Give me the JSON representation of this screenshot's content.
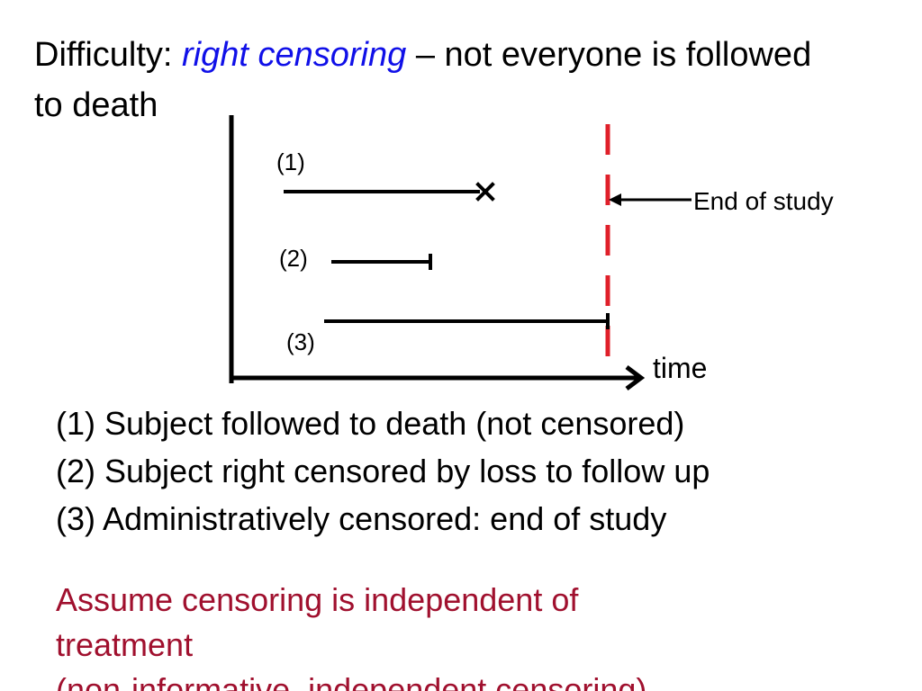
{
  "heading": {
    "prefix": "Difficulty: ",
    "emphasis": "right censoring",
    "rest": " – not everyone is followed",
    "line2": "to death"
  },
  "diagram": {
    "subjects": [
      {
        "label": "(1)",
        "outcome": "death"
      },
      {
        "label": "(2)",
        "outcome": "lost to follow up"
      },
      {
        "label": "(3)",
        "outcome": "end of study"
      }
    ],
    "end_of_study_label": "End of study",
    "axis_label": "time",
    "colors": {
      "end_of_study_line": "#e0202a",
      "lines": "#000000"
    }
  },
  "legend": [
    "(1) Subject followed to death (not censored)",
    "(2) Subject right censored by loss to follow up",
    "(3) Administratively censored: end of study"
  ],
  "note": {
    "line1": "Assume censoring is independent of",
    "line2": "treatment",
    "line3": "(non-informative, independent censoring)"
  },
  "colors": {
    "emphasis": "#1010e8",
    "note": "#a0102e"
  }
}
